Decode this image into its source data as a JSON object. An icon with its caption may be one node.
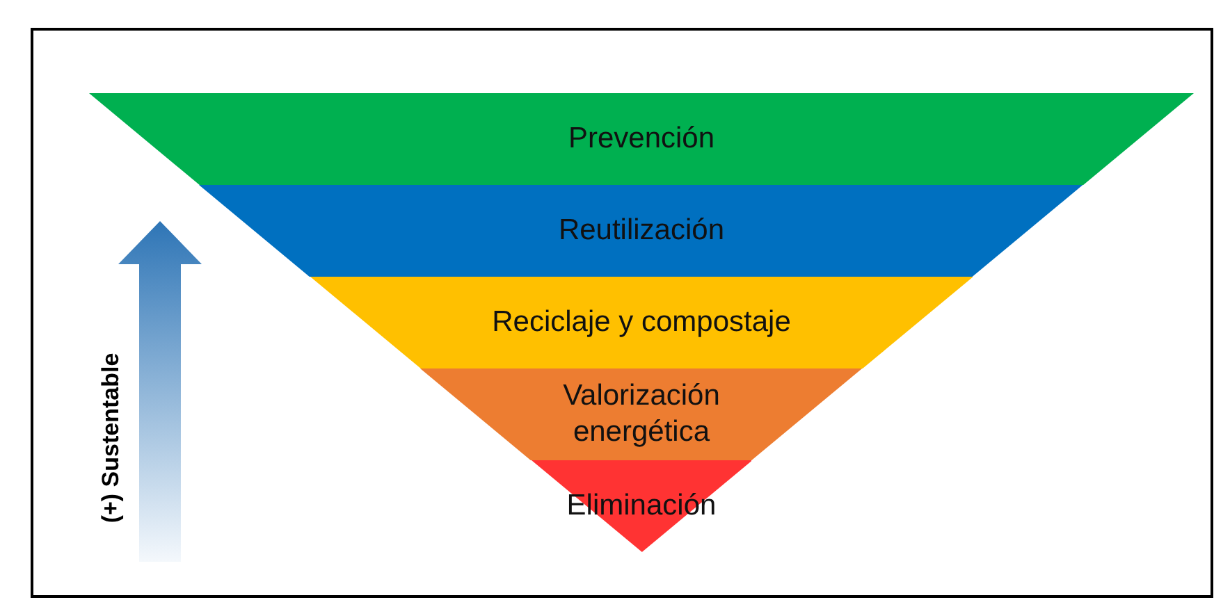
{
  "diagram": {
    "nodes": [
      {
        "text": [
          "Prevención"
        ]
      },
      {
        "text": [
          "Reutilización"
        ]
      },
      {
        "text": [
          "Reciclaje y compostaje"
        ]
      },
      {
        "text": [
          "Valorización energética"
        ]
      },
      {
        "text": [
          "Eliminación"
        ]
      }
    ],
    "edges": [],
    "labels": [
      "(+) Sustentable"
    ]
  }
}
